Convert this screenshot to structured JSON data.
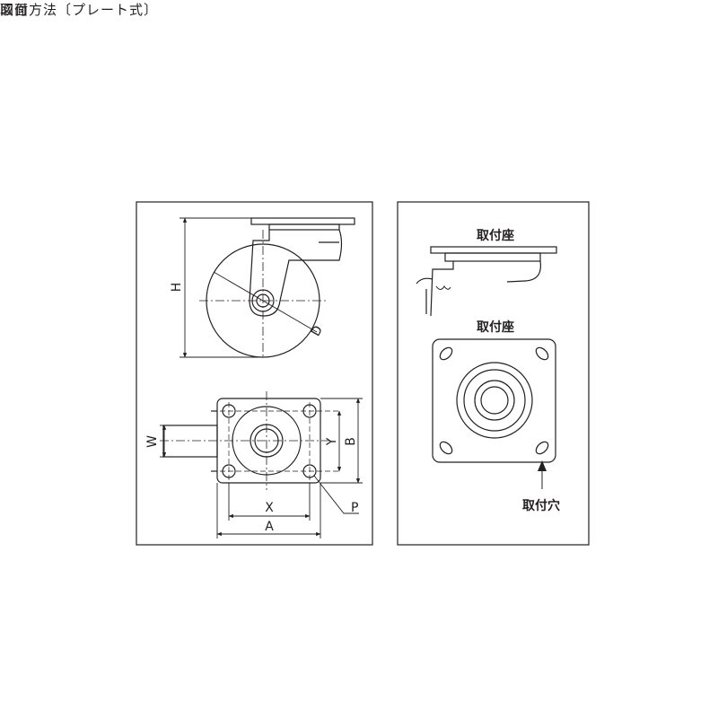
{
  "drawing_panel": {
    "title": "図面",
    "dimensions": {
      "H": "H",
      "D": "D",
      "W": "W",
      "Y": "Y",
      "B": "B",
      "X": "X",
      "A": "A",
      "P": "P"
    }
  },
  "mounting_panel": {
    "title": "取付方法〔プレート式〕",
    "side_view_label": "取付座",
    "top_view_label": "取付座",
    "hole_label": "取付穴"
  }
}
